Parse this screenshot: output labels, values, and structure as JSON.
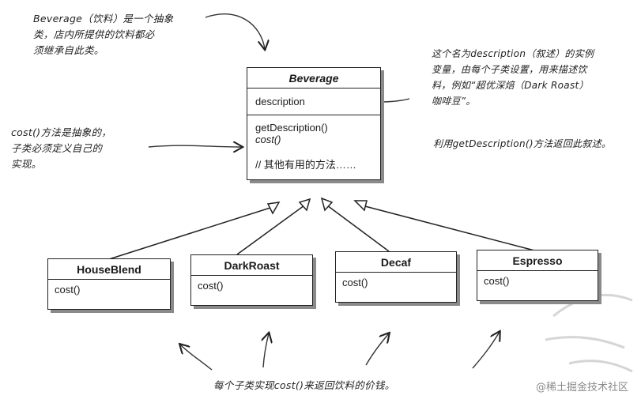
{
  "notes": {
    "beverage_note": [
      "Beverage（饮料）是一个抽象",
      "类，店内所提供的饮料都必",
      "须继承自此类。"
    ],
    "cost_note": [
      "cost()方法是抽象的，",
      "子类必须定义自己的",
      "实现。"
    ],
    "description_note": [
      "这个名为description（叙述）的实例",
      "变量，由每个子类设置，用来描述饮",
      "料，例如“超优深焙（Dark Roast）",
      "咖啡豆”。"
    ],
    "getdesc_note": "利用getDescription()方法返回此叙述。",
    "bottom_note": "每个子类实现cost()来返回饮料的价钱。"
  },
  "beverage": {
    "name": "Beverage",
    "field": "description",
    "method1": "getDescription()",
    "method2": "cost()",
    "comment": "// 其他有用的方法……"
  },
  "subclasses": [
    {
      "name": "HouseBlend",
      "method": "cost()"
    },
    {
      "name": "DarkRoast",
      "method": "cost()"
    },
    {
      "name": "Decaf",
      "method": "cost()"
    },
    {
      "name": "Espresso",
      "method": "cost()"
    }
  ],
  "watermark": "@稀土掘金技术社区"
}
